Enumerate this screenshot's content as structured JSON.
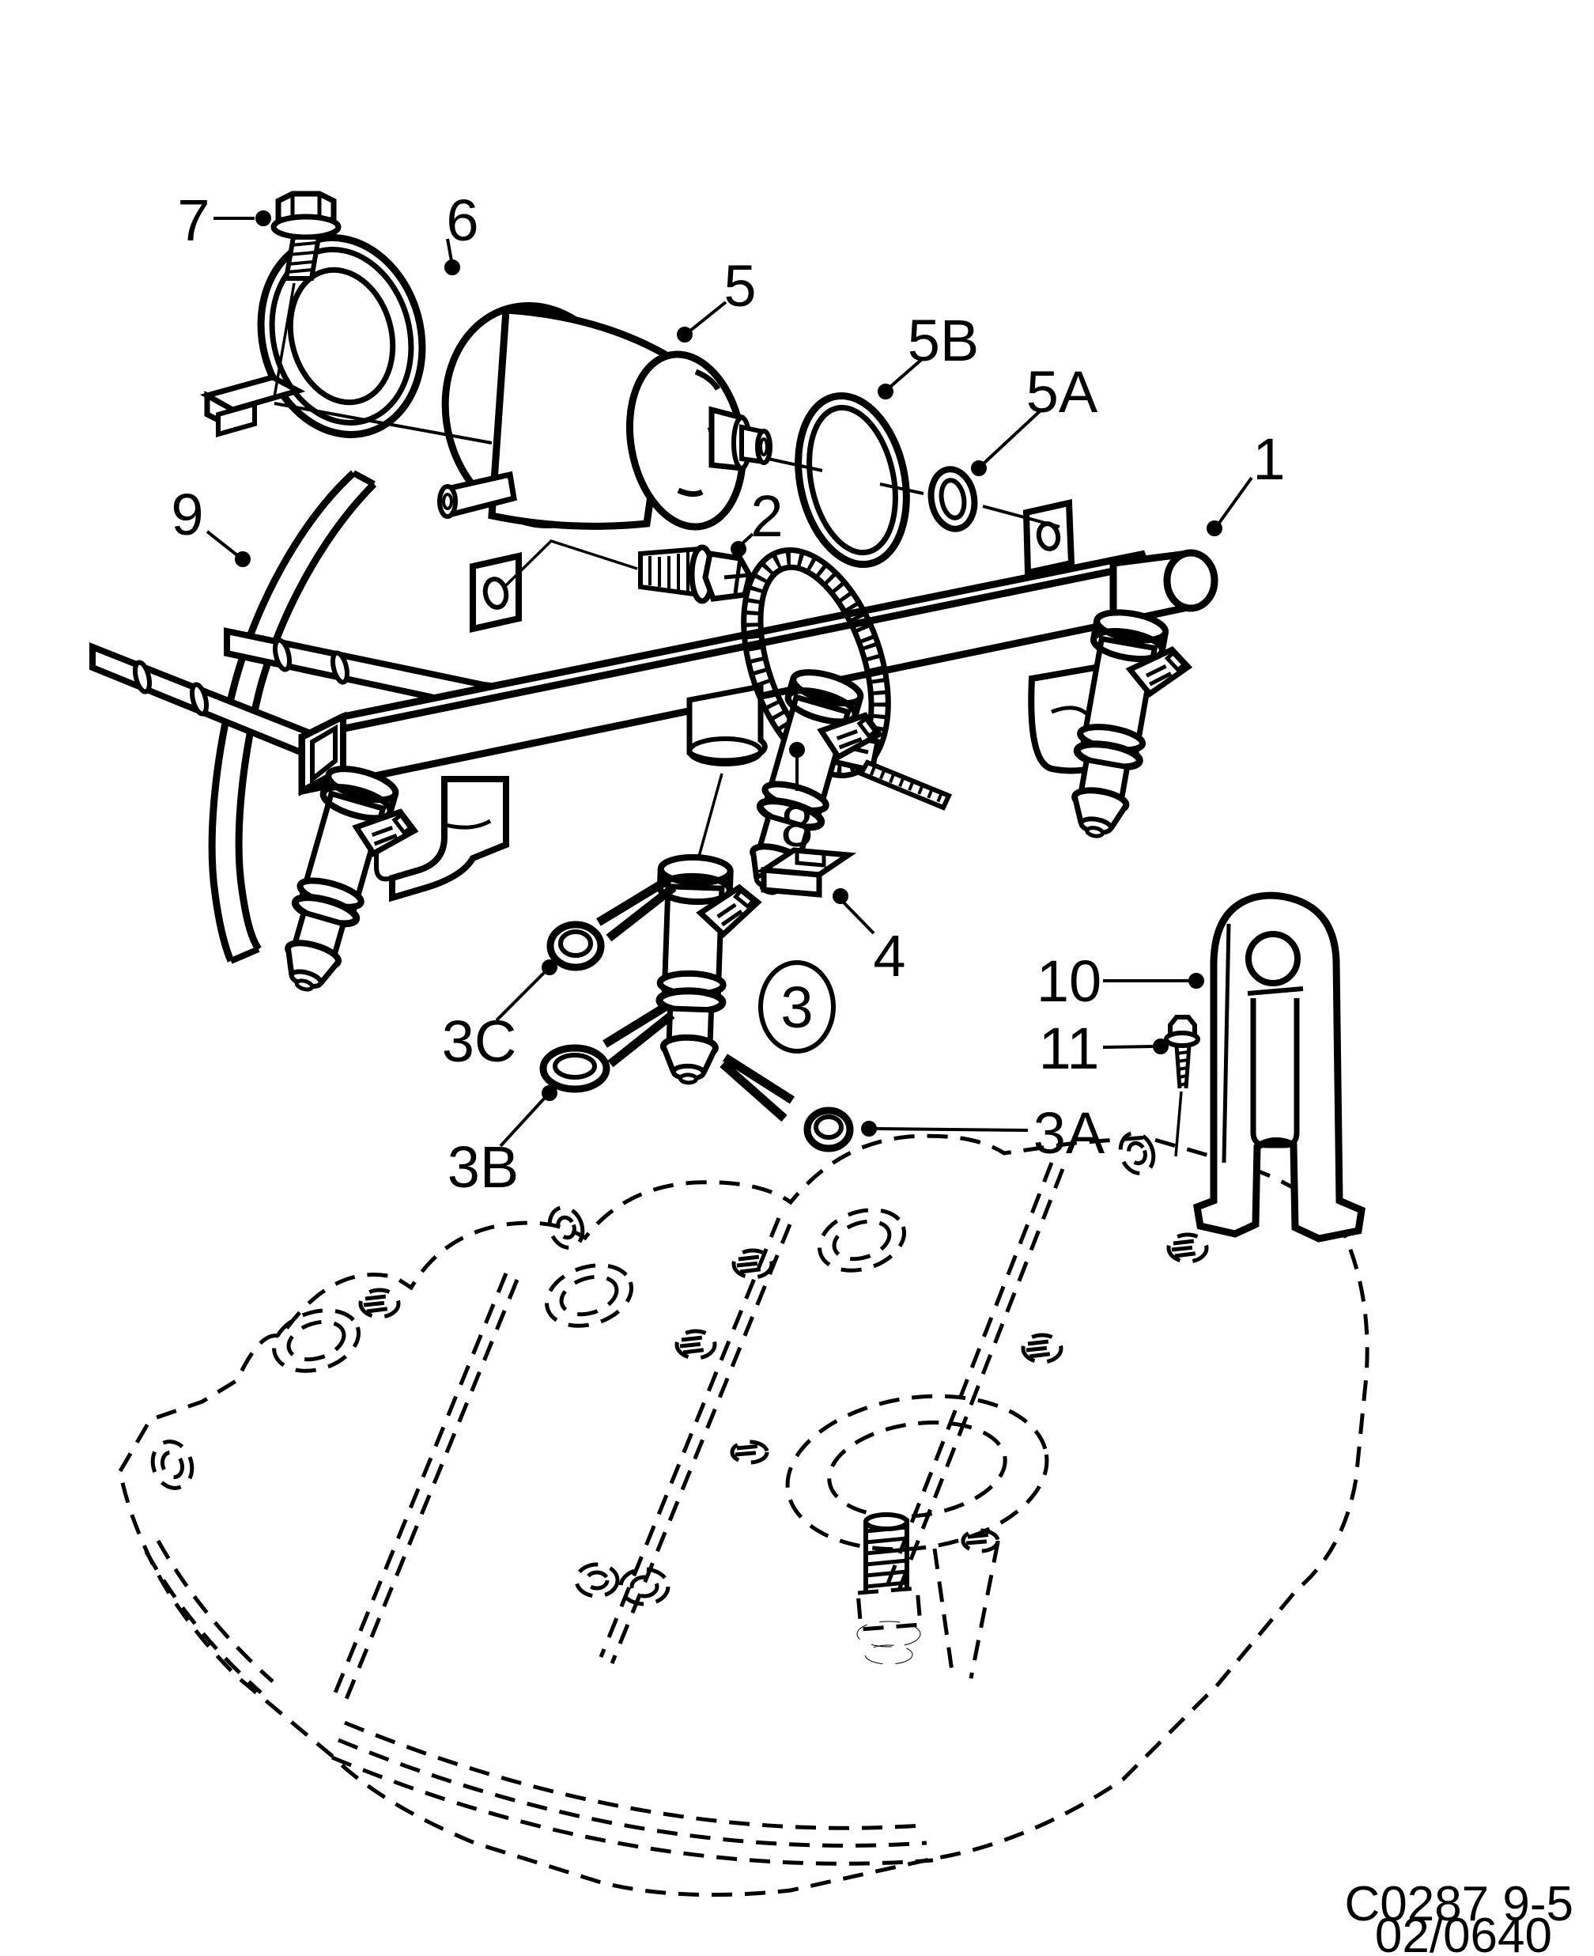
{
  "figure": {
    "type": "exploded-parts-diagram",
    "subject": "fuel injection rail and injectors over intake manifold",
    "background_color": "#ffffff",
    "line_color": "#000000",
    "callouts": {
      "c1": "1",
      "c2": "2",
      "c3": "3",
      "c3a": "3A",
      "c3b": "3B",
      "c3c": "3C",
      "c4": "4",
      "c5": "5",
      "c5a": "5A",
      "c5b": "5B",
      "c6": "6",
      "c7": "7",
      "c8": "8",
      "c9": "9",
      "c10": "10",
      "c11": "11"
    },
    "footer": {
      "drawing_code": "C0287 9-5",
      "revision": "02/0640"
    }
  }
}
